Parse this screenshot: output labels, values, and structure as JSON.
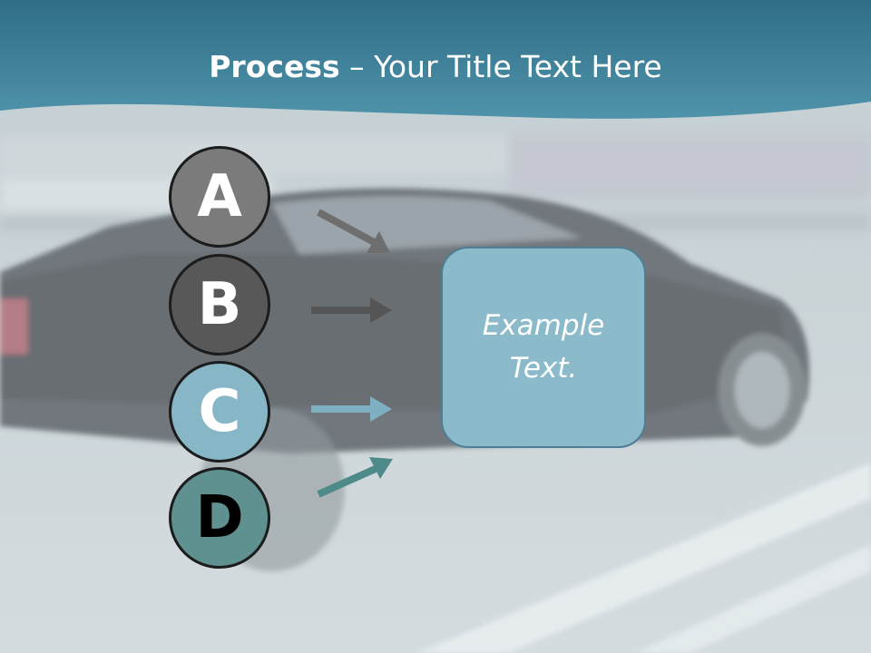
{
  "slide": {
    "title_bold": "Process",
    "title_rest": " – Your Title Text Here"
  },
  "steps": [
    {
      "letter": "A",
      "fill": "#7b7b7b",
      "text_color": "#ffffff",
      "arrow_color": "#6e6e6e"
    },
    {
      "letter": "B",
      "fill": "#585858",
      "text_color": "#ffffff",
      "arrow_color": "#555555"
    },
    {
      "letter": "C",
      "fill": "#87b6c7",
      "text_color": "#ffffff",
      "arrow_color": "#7fb0c2"
    },
    {
      "letter": "D",
      "fill": "#5f9191",
      "text_color": "#000000",
      "arrow_color": "#4f8a8a"
    }
  ],
  "target_box": {
    "text_line1": "Example",
    "text_line2": "Text."
  },
  "colors": {
    "header_band": "#3f8099",
    "box_fill": "#8bbaca",
    "box_border": "#4e7e94"
  }
}
